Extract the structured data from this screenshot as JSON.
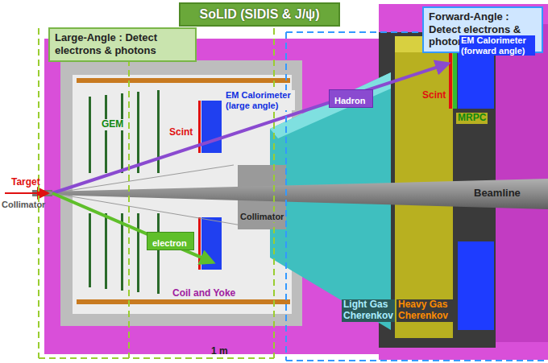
{
  "diagram": {
    "title": "SoLID (SIDIS & J/ψ)",
    "nodes": [
      {
        "text": [
          "Large-Angle : Detect electrons & photons"
        ]
      },
      {
        "text": [
          "Forward-Angle : Detect electrons & photons"
        ]
      },
      {
        "text": [
          "electron"
        ]
      },
      {
        "text": [
          "Hadron"
        ]
      }
    ],
    "labels": [
      "Target",
      "Collimator",
      "GEM",
      "Scint",
      "EM Calorimeter (large angle)",
      "Collimator",
      "Beamline",
      "Scint",
      "EM Calorimeter (forward angle)",
      "MRPC",
      "Coil and Yoke",
      "Light Gas Cherenkov",
      "Heavy Gas Cherenkov",
      "1 m"
    ]
  }
}
